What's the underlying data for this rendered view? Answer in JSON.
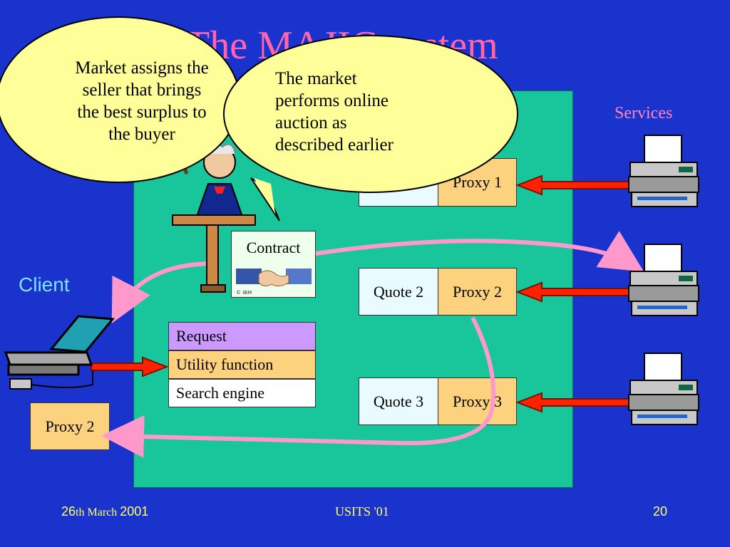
{
  "title": "The MAJIC system",
  "services_label": "Services",
  "client_label": "Client",
  "bubble_left": [
    "Market assigns the",
    "seller that brings",
    "the best surplus to",
    "the buyer"
  ],
  "bubble_right": [
    "The market",
    "performs online",
    "auction as",
    "described earlier"
  ],
  "quotes": [
    {
      "quote": "",
      "proxy": "Proxy 1"
    },
    {
      "quote": "Quote 2",
      "proxy": "Proxy 2"
    },
    {
      "quote": "Quote 3",
      "proxy": "Proxy 3"
    }
  ],
  "contract_label": "Contract",
  "request_stack": [
    "Request",
    "Utility function",
    "Search engine"
  ],
  "client_proxy_label": "Proxy 2",
  "footer": {
    "date_day": "26",
    "date_suffix": "th",
    "date_month": " March ",
    "date_year": "2001",
    "conference": "USITS '01",
    "page": "20"
  },
  "icons": [
    "printer-icon",
    "laptop-icon",
    "auctioneer-icon",
    "handshake-icon"
  ]
}
